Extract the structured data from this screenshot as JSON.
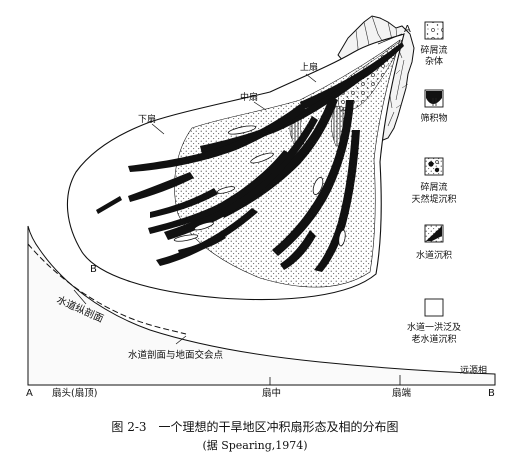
{
  "labels": {
    "apex_A": "A",
    "upper_fan": "上扇",
    "middle_fan": "中扇",
    "lower_fan": "下扇",
    "point_B": "B",
    "channel_profile": "水道纵剖面",
    "intersection": "水道剖面与地面交会点",
    "axis_start_A": "A",
    "fan_head": "扇头(扇顶)",
    "fan_middle": "扇中",
    "fan_end": "扇端",
    "distal": "远源相",
    "axis_end_B": "B"
  },
  "legend": [
    {
      "icon": "debris-flow-mixture-icon",
      "line1": "碎屑流",
      "line2": "杂体"
    },
    {
      "icon": "sieve-deposit-icon",
      "line1": "筛积物",
      "line2": ""
    },
    {
      "icon": "debris-flow-levee-icon",
      "line1": "碎屑流",
      "line2": "天然堤沉积"
    },
    {
      "icon": "channel-deposit-icon",
      "line1": "水道沉积",
      "line2": ""
    },
    {
      "icon": "empty-box-icon",
      "line1": "水道一洪泛及",
      "line2": "老水道沉积"
    }
  ],
  "caption": {
    "title": "图 2-3　一个理想的干旱地区冲积扇形态及相的分布图",
    "source": "(据 Spearing,1974)"
  }
}
